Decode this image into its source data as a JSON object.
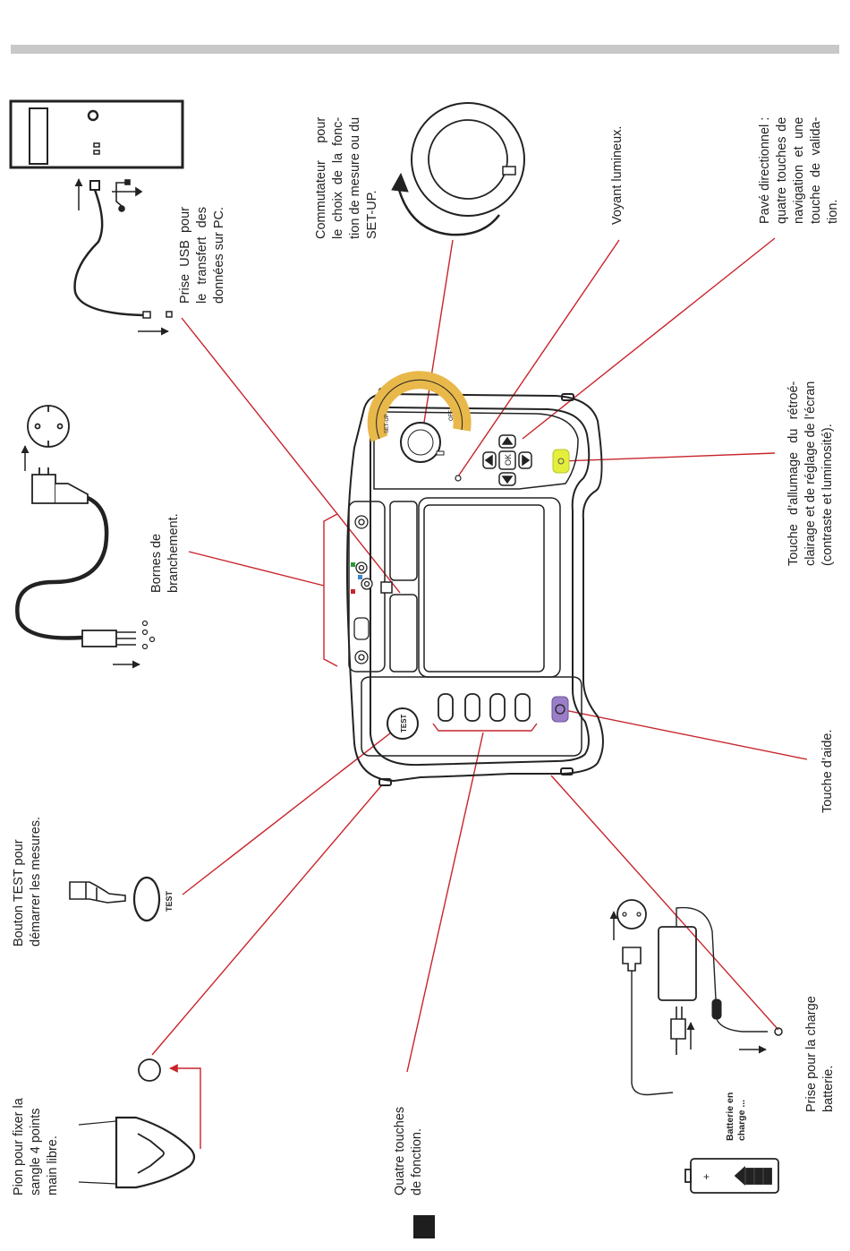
{
  "callouts": {
    "usb": [
      "Prise USB pour",
      "le transfert des",
      "données sur PC."
    ],
    "switch": [
      "Commutateur pour",
      "le choix de la fonc-",
      "tion de mesure ou du",
      "SET-UP."
    ],
    "led": [
      "Voyant lumineux."
    ],
    "dpad": [
      "Pavé directionnel :",
      "quatre touches de",
      "navigation et une",
      "touche de valida-",
      "tion."
    ],
    "terminals": [
      "Bornes de",
      "branchement."
    ],
    "backlight": [
      "Touche d’allumage du rétroé-",
      "clairage et de réglage de l’écran",
      "(contraste et luminosité)."
    ],
    "help": [
      "Touche d’aide."
    ],
    "test": [
      "Bouton TEST pour",
      "démarrer les mesures."
    ],
    "pin": [
      "Pion pour fixer la",
      "sangle 4 points",
      "main libre."
    ],
    "function_keys": [
      "Quatre touches",
      "de fonction."
    ],
    "charge": [
      "Prise pour la charge",
      "batterie."
    ]
  },
  "battery_charging": [
    "Batterie en",
    "charge ..."
  ],
  "device_labels": {
    "setup": "SET-UP",
    "off": "OFF",
    "ok": "OK",
    "test_button": "TEST",
    "test_symbol": "TEST"
  },
  "colors": {
    "leader_line": "#c8242b",
    "dial_ring": "#e8b84a",
    "backlight_key": "#e4ef3c",
    "help_key": "#9a7fc6",
    "top_bar": "#c8c8c8"
  },
  "icons": [
    "usb-plug-icon",
    "usb-symbol-icon",
    "computer-icon",
    "mains-plug-icon",
    "wall-socket-icon",
    "rotation-arrow-icon",
    "hand-pressing-icon",
    "strap-pin-icon",
    "charger-icon",
    "battery-icon"
  ]
}
